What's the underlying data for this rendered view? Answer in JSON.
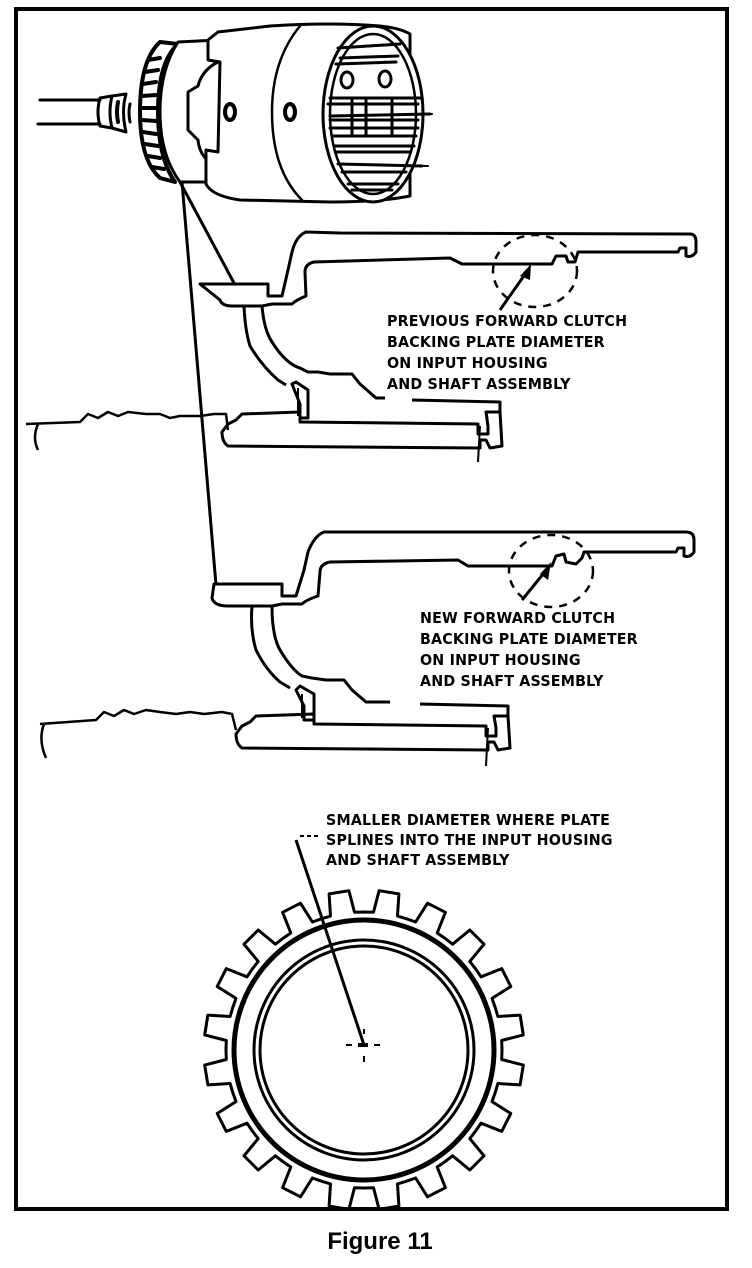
{
  "figure": {
    "caption": "Figure 11",
    "callouts": {
      "previous": {
        "lines": [
          "PREVIOUS FORWARD CLUTCH",
          "BACKING PLATE DIAMETER",
          "ON INPUT HOUSING",
          "AND SHAFT ASSEMBLY"
        ]
      },
      "new": {
        "lines": [
          "NEW FORWARD CLUTCH",
          "BACKING PLATE DIAMETER",
          "ON INPUT HOUSING",
          "AND SHAFT ASSEMBLY"
        ]
      },
      "smaller": {
        "lines": [
          "SMALLER DIAMETER WHERE PLATE",
          "SPLINES INTO THE INPUT HOUSING",
          "AND SHAFT ASSEMBLY"
        ]
      }
    },
    "components": [
      "input-housing-and-shaft-assembly",
      "previous-housing-cross-section",
      "new-housing-cross-section",
      "forward-clutch-backing-plate"
    ],
    "colors": {
      "ink": "#000000",
      "paper": "#ffffff"
    }
  }
}
